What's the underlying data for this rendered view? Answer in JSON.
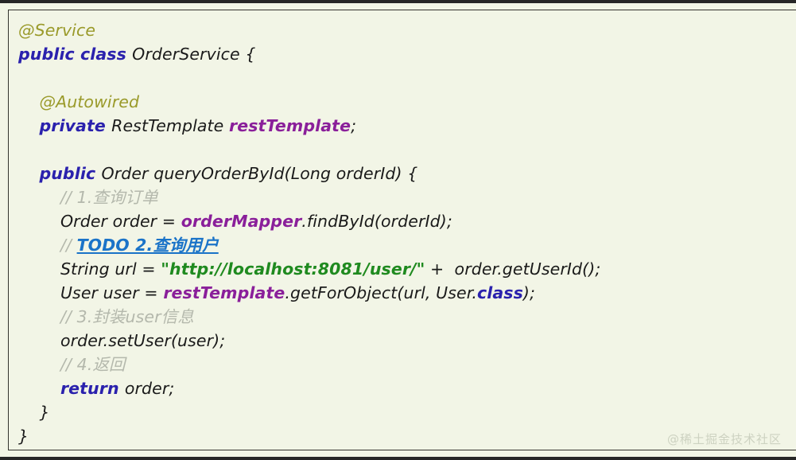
{
  "card": {
    "background_color": "#f2f5e6",
    "border_color": "#262626",
    "language": "java"
  },
  "theme": {
    "annotation_color": "#9a9a2a",
    "keyword_color": "#2a21ad",
    "plain_color": "#1a1a1a",
    "field_color": "#8a1f9a",
    "string_color": "#1f8a1f",
    "comment_color": "#b4b8ac",
    "todo_color": "#1a73c8",
    "watermark_color": "#cdd2c1"
  },
  "watermark": {
    "text": "@稀土掘金技术社区"
  },
  "code": {
    "lines": [
      {
        "id": "line-1",
        "indent": 0,
        "tokens": [
          {
            "type": "annotation",
            "text": "@Service"
          }
        ]
      },
      {
        "id": "line-2",
        "indent": 0,
        "tokens": [
          {
            "type": "keyword",
            "text": "public class "
          },
          {
            "type": "plain",
            "text": "OrderService {"
          }
        ]
      },
      {
        "id": "line-3",
        "indent": 0,
        "tokens": []
      },
      {
        "id": "line-4",
        "indent": 1,
        "tokens": [
          {
            "type": "annotation",
            "text": "@Autowired"
          }
        ]
      },
      {
        "id": "line-5",
        "indent": 1,
        "tokens": [
          {
            "type": "keyword",
            "text": "private "
          },
          {
            "type": "plain",
            "text": "RestTemplate "
          },
          {
            "type": "field",
            "text": "restTemplate"
          },
          {
            "type": "plain",
            "text": ";"
          }
        ]
      },
      {
        "id": "line-6",
        "indent": 0,
        "tokens": []
      },
      {
        "id": "line-7",
        "indent": 1,
        "tokens": [
          {
            "type": "keyword",
            "text": "public "
          },
          {
            "type": "plain",
            "text": "Order queryOrderById(Long orderId) {"
          }
        ]
      },
      {
        "id": "line-8",
        "indent": 2,
        "tokens": [
          {
            "type": "comment",
            "text": "// 1.查询订单"
          }
        ]
      },
      {
        "id": "line-9",
        "indent": 2,
        "tokens": [
          {
            "type": "plain",
            "text": "Order order = "
          },
          {
            "type": "field",
            "text": "orderMapper"
          },
          {
            "type": "plain",
            "text": ".findById(orderId);"
          }
        ]
      },
      {
        "id": "line-10",
        "indent": 2,
        "tokens": [
          {
            "type": "comment",
            "text": "// "
          },
          {
            "type": "todo",
            "text": "TODO 2.查询用户"
          }
        ]
      },
      {
        "id": "line-11",
        "indent": 2,
        "tokens": [
          {
            "type": "plain",
            "text": "String url = "
          },
          {
            "type": "string",
            "text": "\"http://localhost:8081/user/\""
          },
          {
            "type": "plain",
            "text": " +  order.getUserId();"
          }
        ]
      },
      {
        "id": "line-12",
        "indent": 2,
        "tokens": [
          {
            "type": "plain",
            "text": "User user = "
          },
          {
            "type": "field",
            "text": "restTemplate"
          },
          {
            "type": "plain",
            "text": ".getForObject(url, User."
          },
          {
            "type": "keyword",
            "text": "class"
          },
          {
            "type": "plain",
            "text": ");"
          }
        ]
      },
      {
        "id": "line-13",
        "indent": 2,
        "tokens": [
          {
            "type": "comment",
            "text": "// 3.封装user信息"
          }
        ]
      },
      {
        "id": "line-14",
        "indent": 2,
        "tokens": [
          {
            "type": "plain",
            "text": "order.setUser(user);"
          }
        ]
      },
      {
        "id": "line-15",
        "indent": 2,
        "tokens": [
          {
            "type": "comment",
            "text": "// 4.返回"
          }
        ]
      },
      {
        "id": "line-16",
        "indent": 2,
        "tokens": [
          {
            "type": "keyword",
            "text": "return "
          },
          {
            "type": "plain",
            "text": "order;"
          }
        ]
      },
      {
        "id": "line-17",
        "indent": 1,
        "tokens": [
          {
            "type": "plain",
            "text": "}"
          }
        ]
      },
      {
        "id": "line-18",
        "indent": 0,
        "tokens": [
          {
            "type": "plain",
            "text": "}"
          }
        ]
      }
    ]
  }
}
